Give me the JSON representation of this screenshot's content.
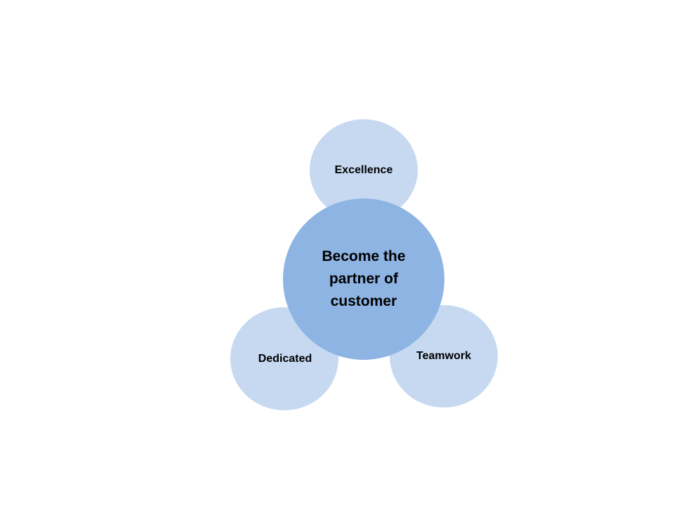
{
  "diagram": {
    "center": {
      "text": "Become the partner of customer",
      "lines": [
        "Become the",
        "partner of",
        "customer"
      ],
      "color": "#8eb4e3"
    },
    "satellites": [
      {
        "id": "excellence",
        "label": "Excellence",
        "color": "#c6d9f1"
      },
      {
        "id": "dedicated",
        "label": "Dedicated",
        "color": "#c6d9f1"
      },
      {
        "id": "teamwork",
        "label": "Teamwork",
        "color": "#c6d9f1"
      }
    ]
  }
}
